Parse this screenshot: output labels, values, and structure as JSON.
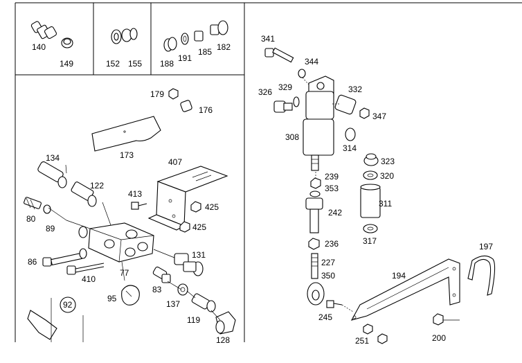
{
  "labels": {
    "p140": "140",
    "p149": "149",
    "p152": "152",
    "p155": "155",
    "p188": "188",
    "p191": "191",
    "p185": "185",
    "p182": "182",
    "p179": "179",
    "p176": "176",
    "p173": "173",
    "p134": "134",
    "p122": "122",
    "p407": "407",
    "p413": "413",
    "p425a": "425",
    "p425b": "425",
    "p80": "80",
    "p89": "89",
    "p86": "86",
    "p410": "410",
    "p77": "77",
    "p131": "131",
    "p83": "83",
    "p95": "95",
    "p137": "137",
    "p119": "119",
    "p128": "128",
    "p92": "92",
    "p341": "341",
    "p344": "344",
    "p326": "326",
    "p329": "329",
    "p332": "332",
    "p347": "347",
    "p308": "308",
    "p314": "314",
    "p323": "323",
    "p320": "320",
    "p239": "239",
    "p353": "353",
    "p311": "311",
    "p242": "242",
    "p317": "317",
    "p236": "236",
    "p227": "227",
    "p350": "350",
    "p197": "197",
    "p194": "194",
    "p245": "245",
    "p251": "251",
    "p200": "200"
  }
}
